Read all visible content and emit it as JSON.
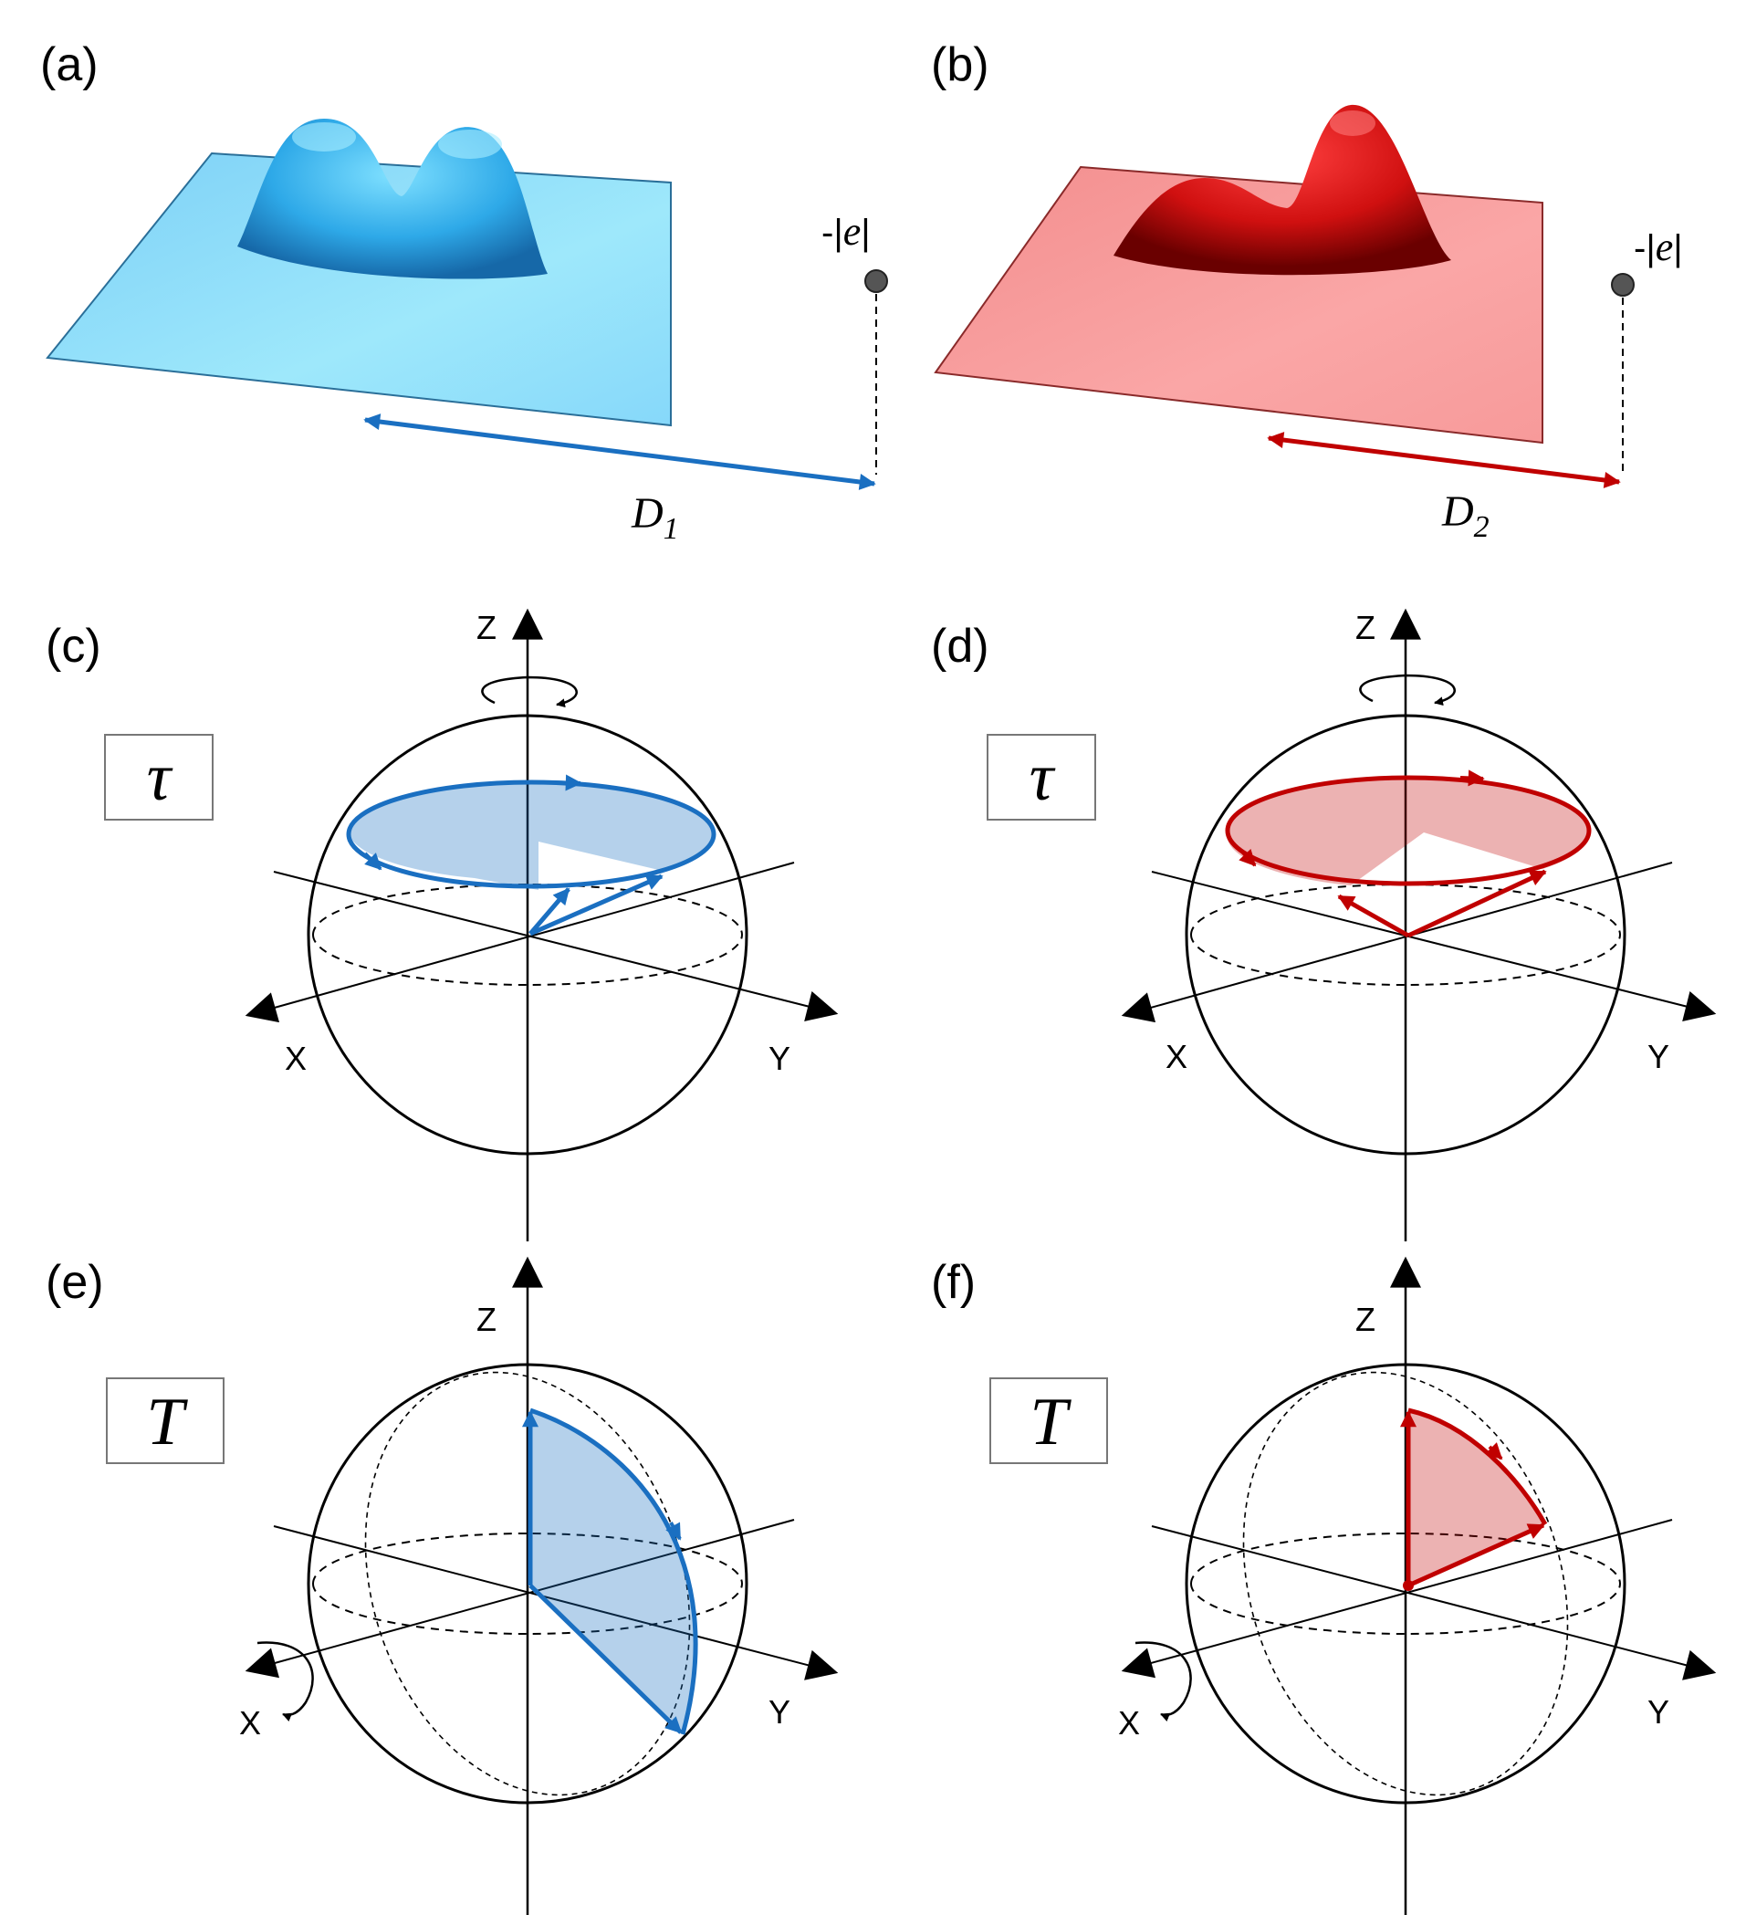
{
  "colors": {
    "blue": "#1a6fc1",
    "red": "#c00000",
    "blue_fill": "#8ad8f8",
    "red_fill": "#f8a0a0"
  },
  "panels": {
    "a": {
      "label": "(a)",
      "distance_symbol": "D",
      "distance_subscript": "1",
      "charge_prefix": "-|",
      "charge_symbol": "e",
      "charge_suffix": "|"
    },
    "b": {
      "label": "(b)",
      "distance_symbol": "D",
      "distance_subscript": "2",
      "charge_prefix": "-|",
      "charge_symbol": "e",
      "charge_suffix": "|"
    },
    "c": {
      "label": "(c)",
      "box_symbol": "τ",
      "axis_z": "Z",
      "axis_x": "X",
      "axis_y": "Y"
    },
    "d": {
      "label": "(d)",
      "box_symbol": "τ",
      "axis_z": "Z",
      "axis_x": "X",
      "axis_y": "Y"
    },
    "e": {
      "label": "(e)",
      "box_symbol": "T",
      "axis_z": "Z",
      "axis_x": "X",
      "axis_y": "Y"
    },
    "f": {
      "label": "(f)",
      "box_symbol": "T",
      "axis_z": "Z",
      "axis_x": "X",
      "axis_y": "Y"
    }
  }
}
